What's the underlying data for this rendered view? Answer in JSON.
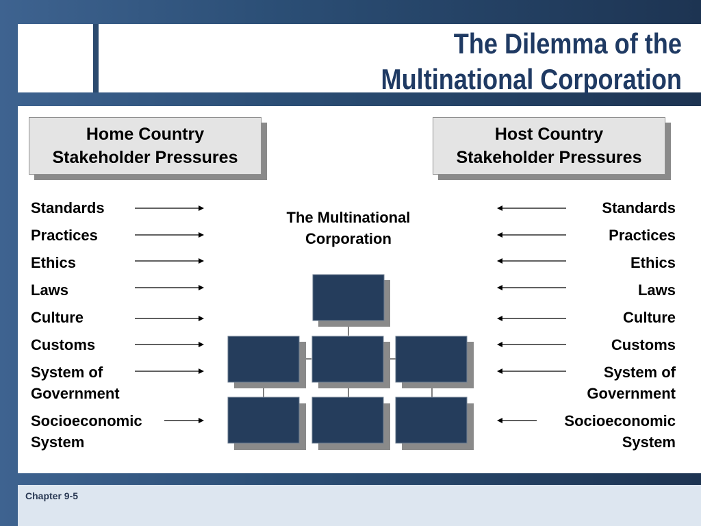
{
  "title": {
    "line1": "The Dilemma of the",
    "line2": "Multinational Corporation"
  },
  "home": {
    "header": {
      "line1": "Home Country",
      "line2": "Stakeholder Pressures"
    },
    "items": [
      "Standards",
      "Practices",
      "Ethics",
      "Laws",
      "Culture",
      "Customs",
      "System of",
      "Government",
      "Socioeconomic",
      "System"
    ]
  },
  "host": {
    "header": {
      "line1": "Host Country",
      "line2": "Stakeholder Pressures"
    },
    "items": [
      "Standards",
      "Practices",
      "Ethics",
      "Laws",
      "Culture",
      "Customs",
      "System of",
      "Government",
      "Socioeconomic",
      "System"
    ]
  },
  "center": {
    "line1": "The Multinational",
    "line2": "Corporation"
  },
  "footer": {
    "text": "Chapter 9-5"
  },
  "colors": {
    "title": "#1f3a63",
    "box_fill": "#253d5c",
    "shadow": "#8a8a8a"
  }
}
